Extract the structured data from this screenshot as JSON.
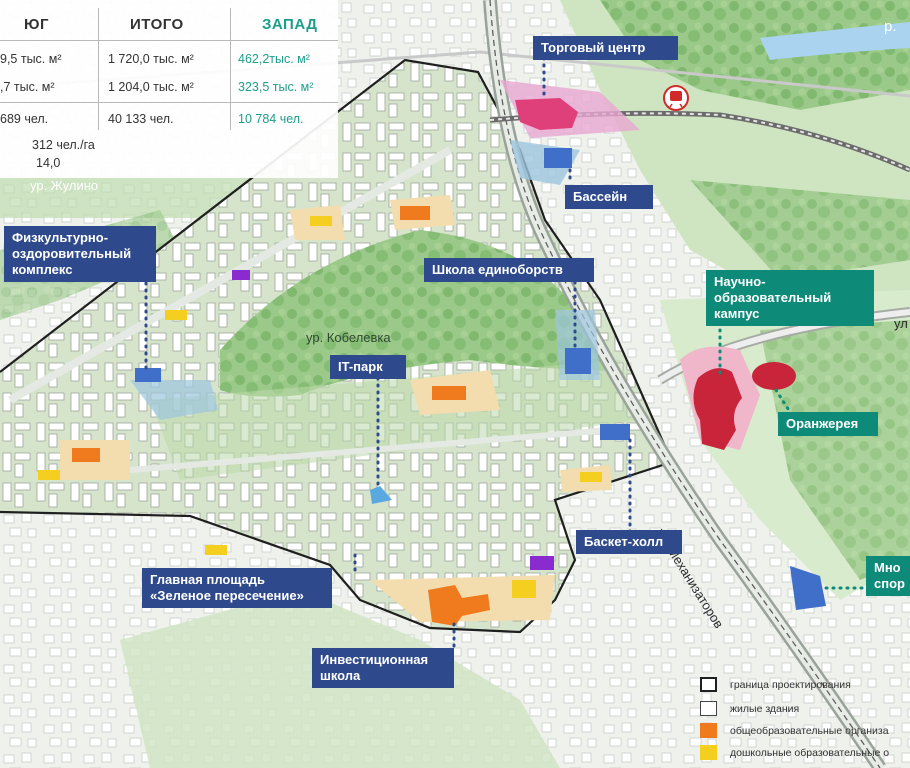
{
  "table": {
    "headers": {
      "south": "ЮГ",
      "total": "ИТОГО",
      "west": "ЗАПАД"
    },
    "rows": [
      {
        "south": "9,5 тыс. м²",
        "total": "1 720,0 тыс. м²",
        "west": "462,2тыс. м²"
      },
      {
        "south": ",7 тыс. м²",
        "total": "1 204,0 тыс. м²",
        "west": "323,5 тыс. м²"
      },
      {
        "south": "689 чел.",
        "total": "40 133 чел.",
        "west": "10 784 чел."
      }
    ],
    "density": "312 чел./га",
    "extra": "14,0"
  },
  "streets": {
    "zhulino": "ур. Жулино",
    "kobelevka": "ур. Кобелевка",
    "mekhanizatorov": "ул. Механизаторов",
    "river": "р.",
    "ul": "ул"
  },
  "labels": {
    "mall": "Торговый центр",
    "pool": "Бассейн",
    "sports_complex": "Физкультурно-\nоздоровительный\nкомплекс",
    "martial_school": "Школа единоборств",
    "campus": "Научно-\nобразовательный\nкампус",
    "it_park": "IT-парк",
    "greenhouse": "Оранжерея",
    "basket_hall": "Баскет-холл",
    "main_square": "Главная площадь\n«Зеленое пересечение»",
    "invest_school": "Инвестиционная\nшкола",
    "multi_sport": "Мно\nспор"
  },
  "legend": {
    "items": [
      {
        "label": "граница проектирования",
        "color": "#ffffff"
      },
      {
        "label": "жилые здания",
        "color": "#ffffff"
      },
      {
        "label": "общеобразовательные организа",
        "color": "#f07a1e"
      },
      {
        "label": "дошкольные образовательные о",
        "color": "#f4cf1f"
      }
    ]
  },
  "colors": {
    "label_blue": "#2e4a8c",
    "label_green": "#0e8a78",
    "school": "#f07a1e",
    "kindergarten": "#f4cf1f",
    "sport": "#3f6fc9",
    "mall": "#e0407a",
    "campus": "#c8243a",
    "purple": "#8a2bd0"
  }
}
